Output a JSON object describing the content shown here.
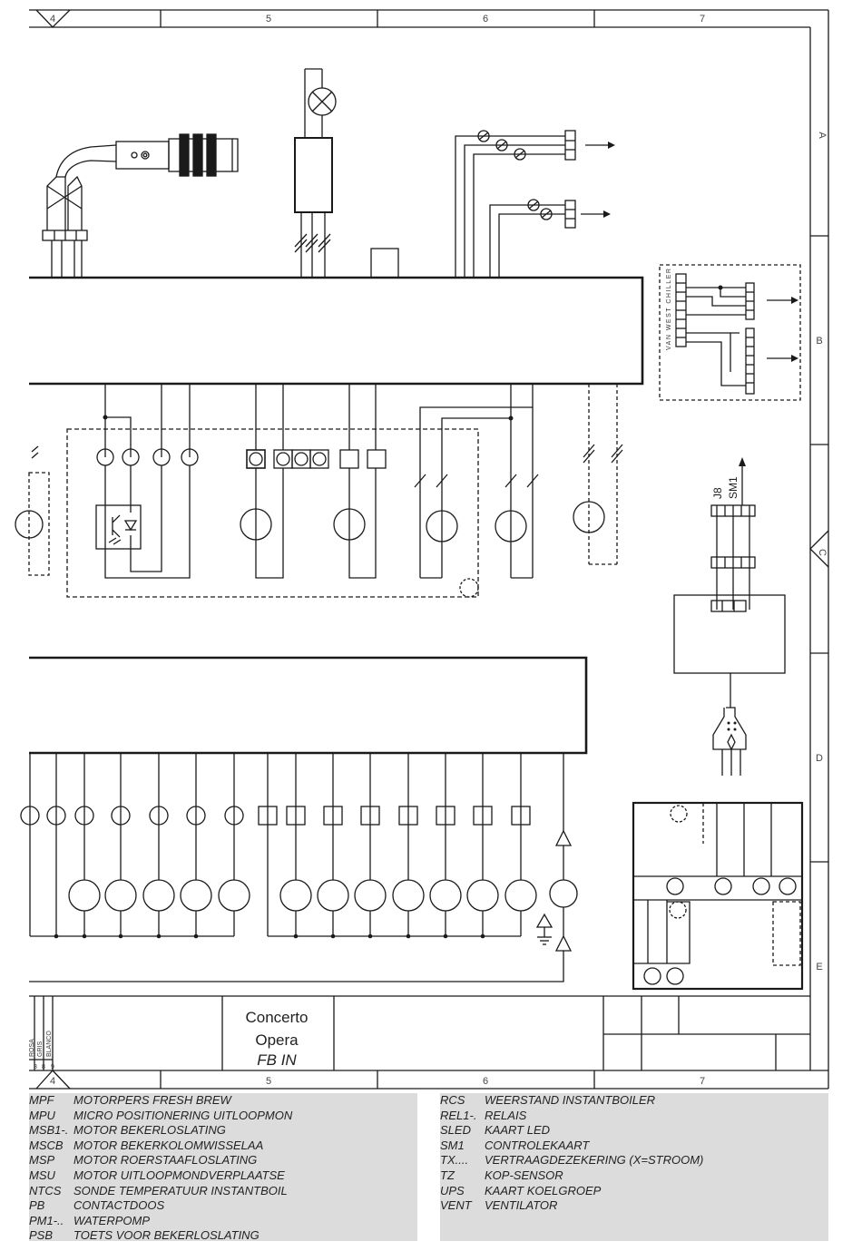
{
  "border": {
    "top_columns": [
      "4",
      "5",
      "6",
      "7"
    ],
    "bottom_columns": [
      "4",
      "5",
      "6",
      "7"
    ],
    "rows": [
      "A",
      "B",
      "C",
      "D",
      "E"
    ]
  },
  "chiller_label": "VAN WEST CHILLER",
  "connector_labels": {
    "j8": "J8",
    "sm1": "SM1"
  },
  "title_block": {
    "line1": "Concerto",
    "line2": "Opera",
    "line3": "FB IN",
    "color_codes": [
      {
        "num": "8",
        "color": "ROSA"
      },
      {
        "num": "8",
        "color": "GRIS"
      },
      {
        "num": "9",
        "color": "BLANCO"
      }
    ]
  },
  "legend_left": [
    {
      "code": "MPF",
      "desc": "MOTORPERS FRESH BREW"
    },
    {
      "code": "MPU",
      "desc": "MICRO POSITIONERING UITLOOPMON"
    },
    {
      "code": "MSB1-.",
      "desc": "MOTOR BEKERLOSLATING"
    },
    {
      "code": "MSCB",
      "desc": "MOTOR BEKERKOLOMWISSELAA"
    },
    {
      "code": "MSP",
      "desc": "MOTOR ROERSTAAFLOSLATING"
    },
    {
      "code": "MSU",
      "desc": "MOTOR UITLOOPMONDVERPLAATSE"
    },
    {
      "code": "NTCS",
      "desc": "SONDE TEMPERATUUR INSTANTBOIL"
    },
    {
      "code": "PB",
      "desc": "CONTACTDOOS"
    },
    {
      "code": "PM1-..",
      "desc": "WATERPOMP"
    },
    {
      "code": "PSB",
      "desc": "TOETS VOOR BEKERLOSLATING"
    }
  ],
  "legend_right": [
    {
      "code": "RCS",
      "desc": "WEERSTAND INSTANTBOILER"
    },
    {
      "code": "REL1-.",
      "desc": "RELAIS"
    },
    {
      "code": "SLED",
      "desc": "KAART LED"
    },
    {
      "code": "SM1",
      "desc": "CONTROLEKAART"
    },
    {
      "code": "TX....",
      "desc": "VERTRAAGDEZEKERING (X=STROOM)"
    },
    {
      "code": "TZ",
      "desc": "KOP-SENSOR"
    },
    {
      "code": "UPS",
      "desc": "KAART KOELGROEP"
    },
    {
      "code": "VENT",
      "desc": "VENTILATOR"
    }
  ]
}
